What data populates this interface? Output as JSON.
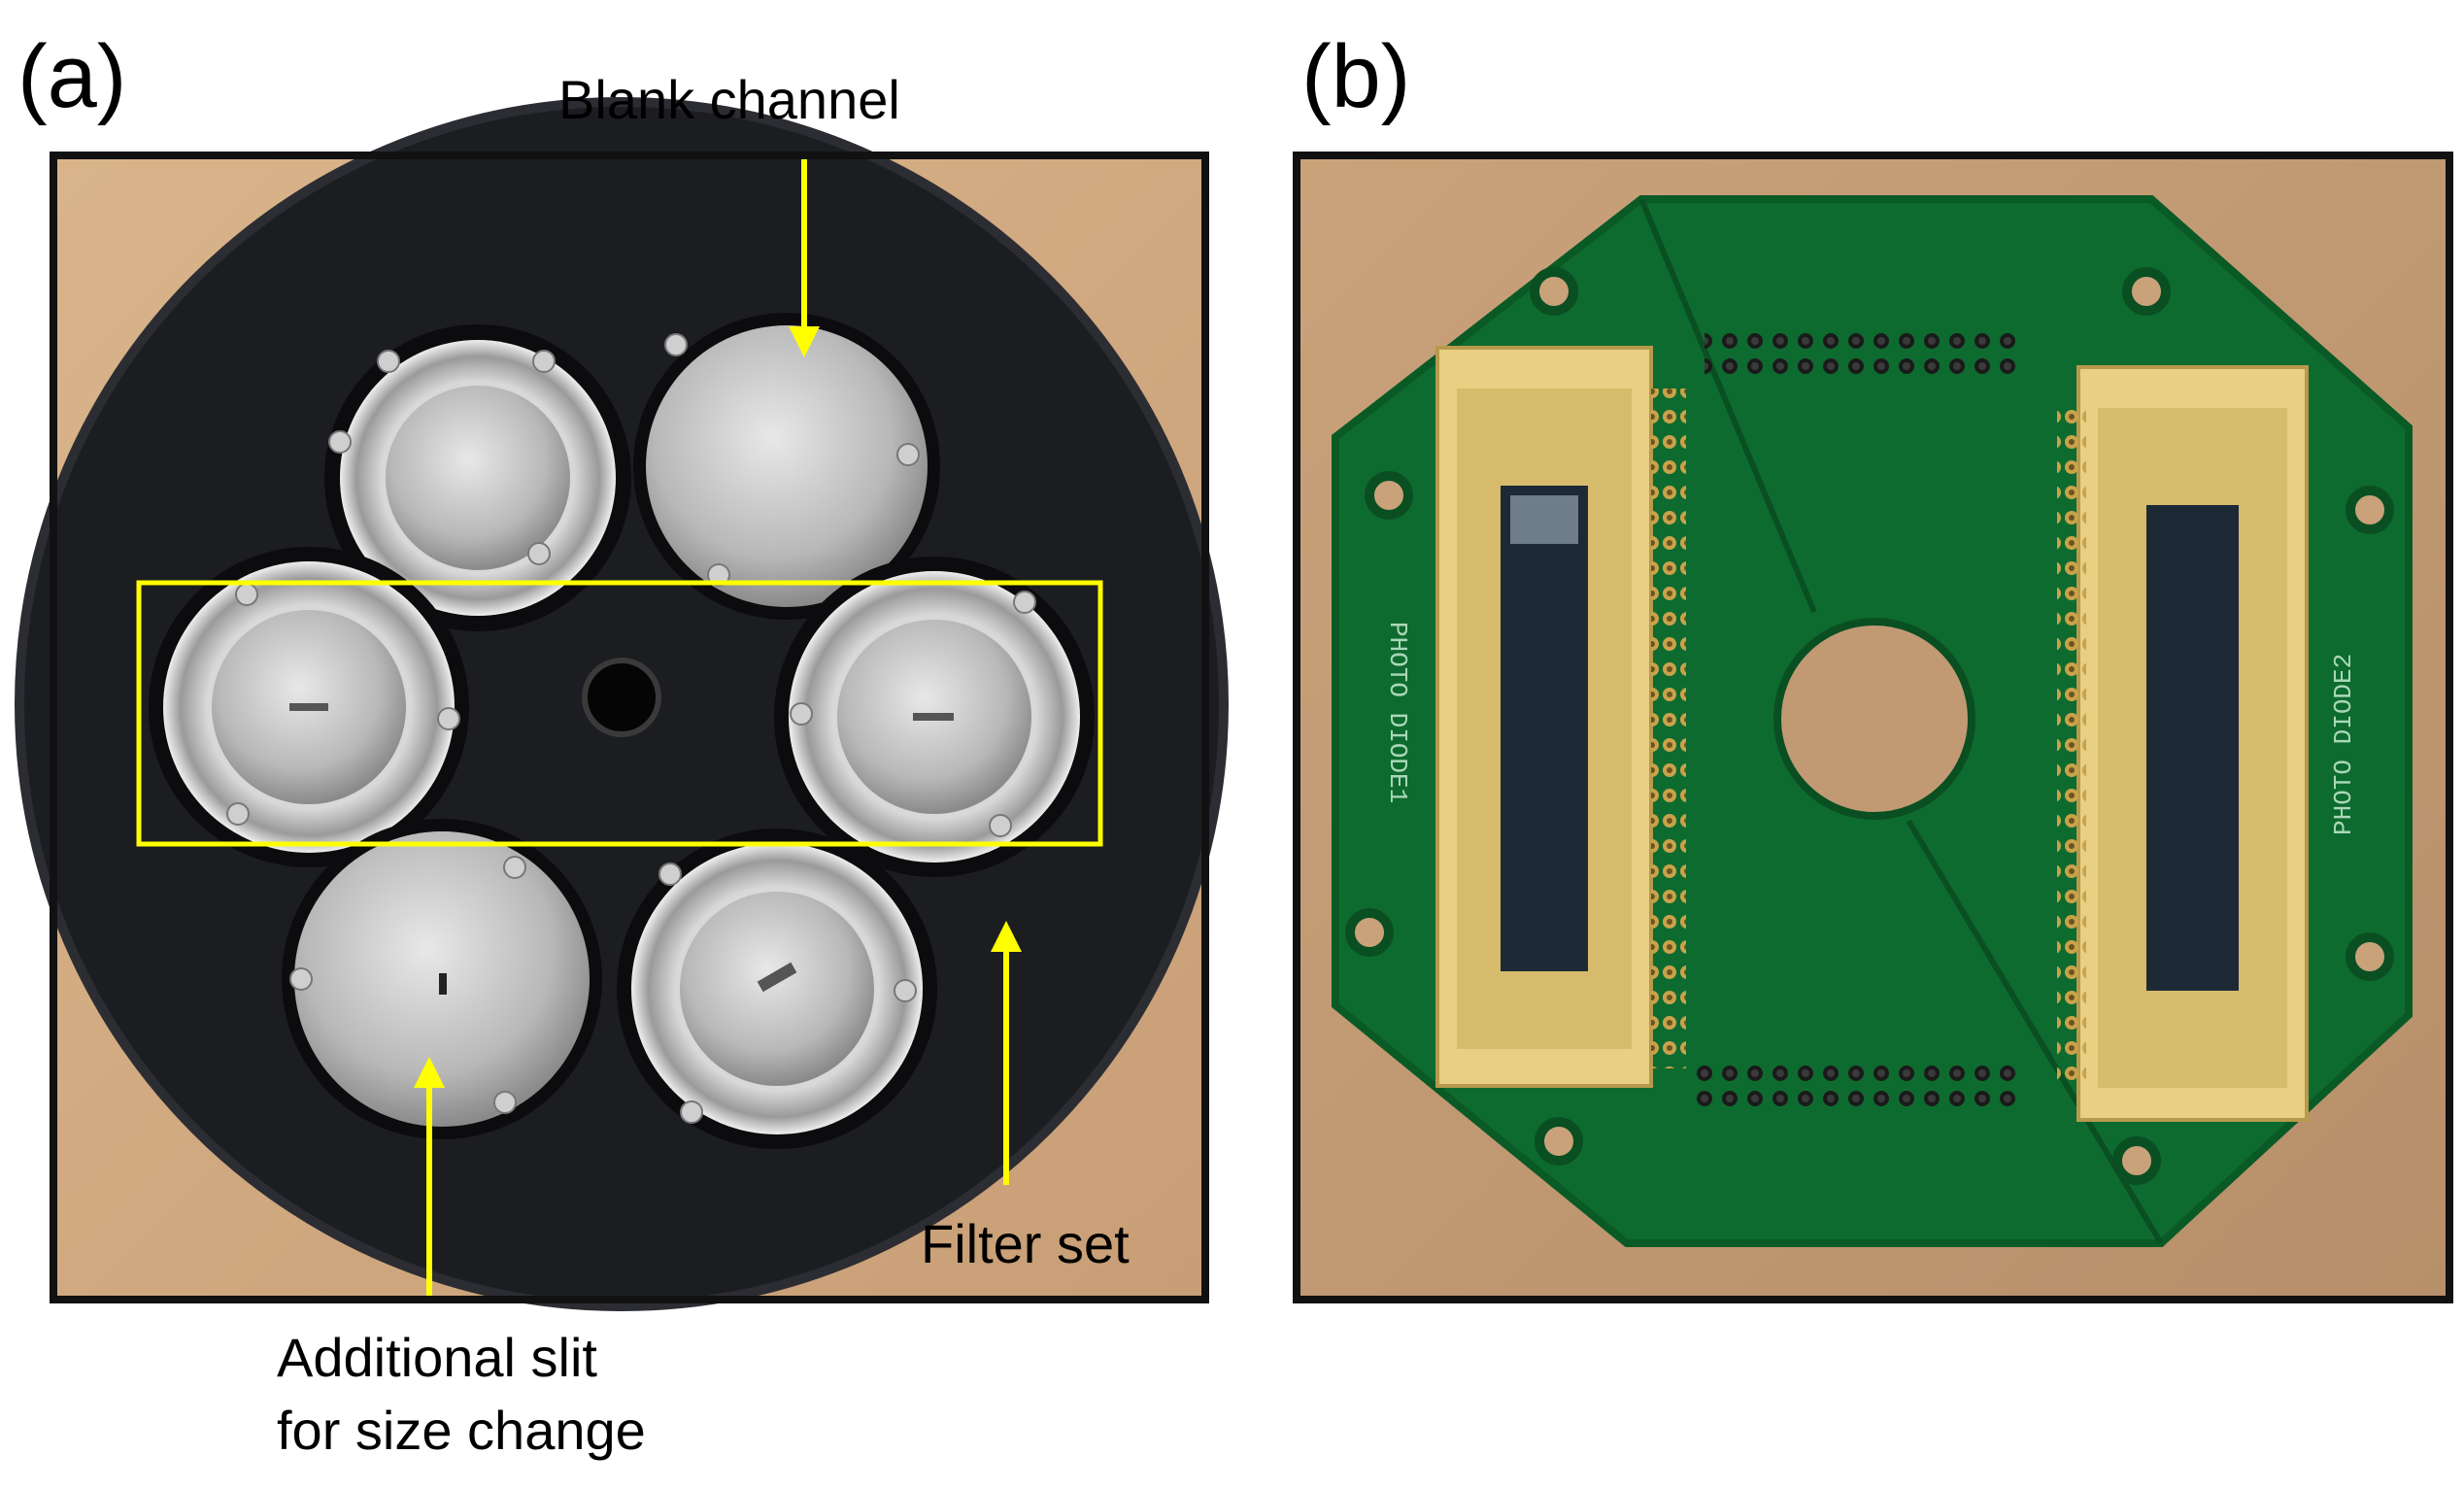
{
  "panel_a": {
    "label": "(a)",
    "annotations": {
      "blank_channel": "Blank channel",
      "filter_set": "Filter set",
      "additional_slit_line1": "Additional slit",
      "additional_slit_line2": "for size change"
    }
  },
  "panel_b": {
    "label": "(b)",
    "silkscreen": {
      "left": "PHOTO DIODE1",
      "right": "PHOTO DIODE2"
    }
  },
  "colors": {
    "annotation_yellow": "#ffff00",
    "frame": "#111111",
    "wheel": "#1c1d21",
    "pcb_green": "#0e6b2f",
    "pcb_edge": "#0a5a26",
    "gold_frame": "#e8cf84",
    "sensor": "#1d2a36",
    "table": "#cfa77c"
  }
}
